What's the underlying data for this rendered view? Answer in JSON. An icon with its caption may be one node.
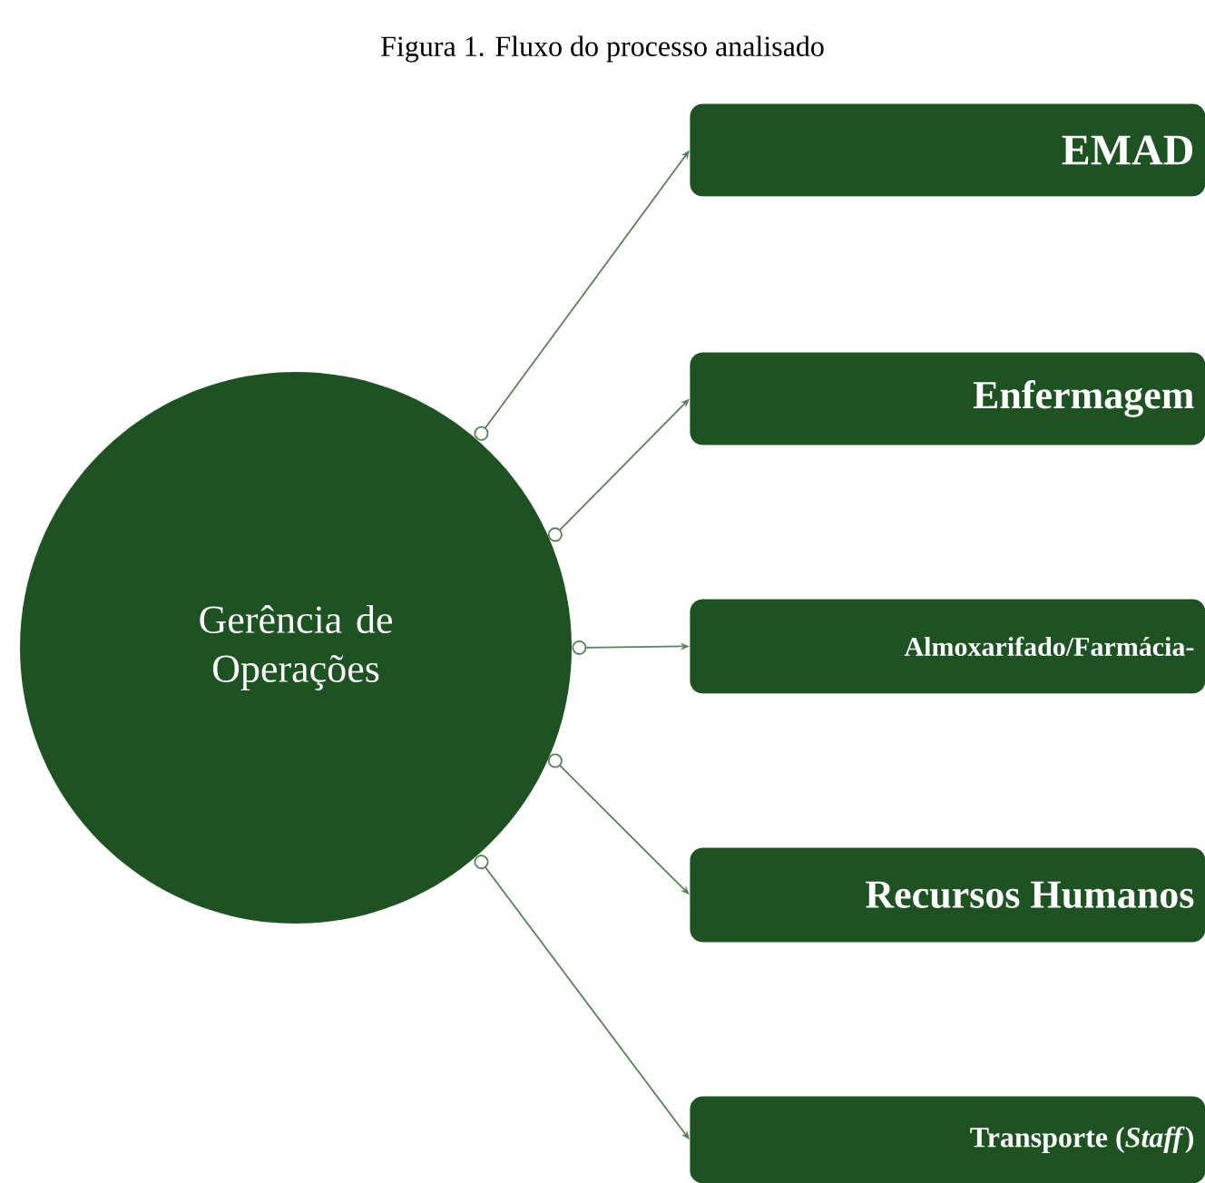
{
  "diagram": {
    "title": "Figura 1. Fluxo do processo analisado",
    "nodes": [
      {
        "text": [
          "Gerência de Operações"
        ]
      },
      {
        "text": [
          "EMAD"
        ]
      },
      {
        "text": [
          "Enfermagem"
        ]
      },
      {
        "text": [
          "Almoxarifado/Farmácia-"
        ]
      },
      {
        "text": [
          "Recursos Humanos"
        ]
      },
      {
        "text": [
          "Transporte (*Staff*)"
        ]
      }
    ],
    "edges": [
      {
        "from": 0,
        "to": 1,
        "arrow": "to"
      },
      {
        "from": 0,
        "to": 2,
        "arrow": "to"
      },
      {
        "from": 0,
        "to": 3,
        "arrow": "to"
      },
      {
        "from": 0,
        "to": 4,
        "arrow": "to"
      },
      {
        "from": 0,
        "to": 5,
        "arrow": "to"
      }
    ]
  }
}
